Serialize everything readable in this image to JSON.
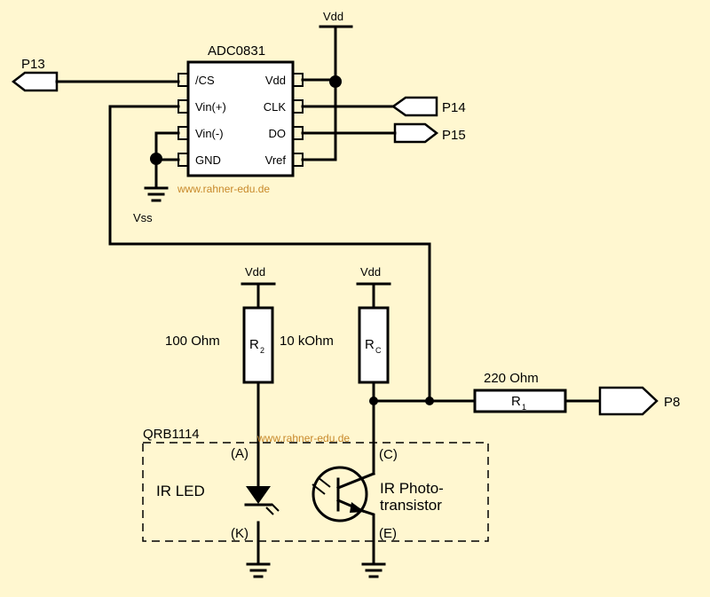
{
  "chip": {
    "name": "ADC0831",
    "pins_left": [
      "/CS",
      "Vin(+)",
      "Vin(-)",
      "GND"
    ],
    "pins_right": [
      "Vdd",
      "CLK",
      "DO",
      "Vref"
    ]
  },
  "ports": {
    "p13": "P13",
    "p14": "P14",
    "p15": "P15",
    "p8": "P8"
  },
  "power": {
    "vdd_top": "Vdd",
    "vdd_r2": "Vdd",
    "vdd_rc": "Vdd",
    "vss": "Vss"
  },
  "resistors": {
    "r2": {
      "value": "100 Ohm",
      "name": "R",
      "sub": "2"
    },
    "rc": {
      "value": "10 kOhm",
      "name": "R",
      "sub": "C"
    },
    "r1": {
      "value": "220 Ohm",
      "name": "R",
      "sub": "1"
    }
  },
  "sensor": {
    "name": "QRB1114",
    "led_label": "IR LED",
    "anode": "(A)",
    "cathode": "(K)",
    "collector": "(C)",
    "emitter": "(E)",
    "photo_line1": "IR Photo-",
    "photo_line2": "transistor"
  },
  "watermark": {
    "top": "www.rahner-edu.de",
    "bottom": "www.rahner-edu.de"
  },
  "colors": {
    "background": "#fff7d0",
    "watermark": "#c8892a"
  }
}
